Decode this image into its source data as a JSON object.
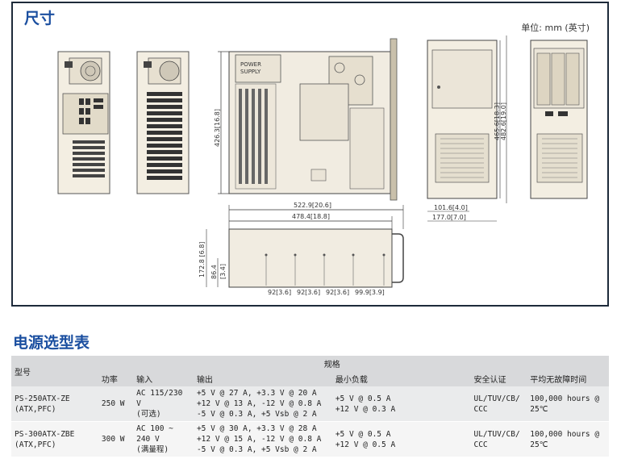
{
  "section1": {
    "title": "尺寸",
    "unit": "单位: mm (英寸)"
  },
  "power_label": [
    "POWER",
    "SUPPLY"
  ],
  "dims": {
    "top_height": "426.3[16.8]",
    "depth_overall": "522.9[20.6]",
    "depth_body": "478.4[18.8]",
    "height": "172.8 [6.8]",
    "half_height": "86.4",
    "half_height_in": "[3.4]",
    "spacing1": "92[3.6]",
    "spacing2": "92[3.6]",
    "spacing3": "92[3.6]",
    "spacing4": "99.9[3.9]",
    "front_h1": "465.6[18.3]",
    "front_h2": "482.6[19.0]",
    "front_w1": "101.6[4.0]",
    "front_w2": "177.0[7.0]"
  },
  "section2": {
    "title": "电源选型表"
  },
  "table": {
    "col_model": "型号",
    "col_power": "功率",
    "col_input": "输入",
    "group_spec": "规格",
    "col_output": "输出",
    "col_minload": "最小负载",
    "col_cert": "安全认证",
    "col_mtbf": "平均无故障时间",
    "rows": [
      {
        "model1": "PS-250ATX-ZE",
        "model2": "(ATX,PFC)",
        "power": "250 W",
        "input1": "AC 115/230 V",
        "input2": "(可选)",
        "out1": "+5 V @  27 A, +3.3 V @  20 A",
        "out2": "+12 V @  13 A, -12 V @  0.8 A",
        "out3": "-5 V @  0.3 A, +5 Vsb @  2 A",
        "min1": "+5 V @  0.5 A",
        "min2": "+12 V @  0.3 A",
        "cert1": "UL/TUV/CB/",
        "cert2": "CCC",
        "mtbf": "100,000 hours @  25℃"
      },
      {
        "model1": "PS-300ATX-ZBE",
        "model2": "(ATX,PFC)",
        "power": "300 W",
        "input1": "AC 100 ~ 240 V",
        "input2": "(满量程)",
        "out1": "+5 V @  30 A, +3.3 V @  28 A",
        "out2": "+12 V @  15 A, -12 V @  0.8 A",
        "out3": "-5 V @  0.3 A, +5 Vsb @  2 A",
        "min1": "+5 V @  0.5 A",
        "min2": "+12 V @  0.5 A",
        "cert1": "UL/TUV/CB/",
        "cert2": "CCC",
        "mtbf": "100,000 hours @  25℃"
      }
    ]
  }
}
